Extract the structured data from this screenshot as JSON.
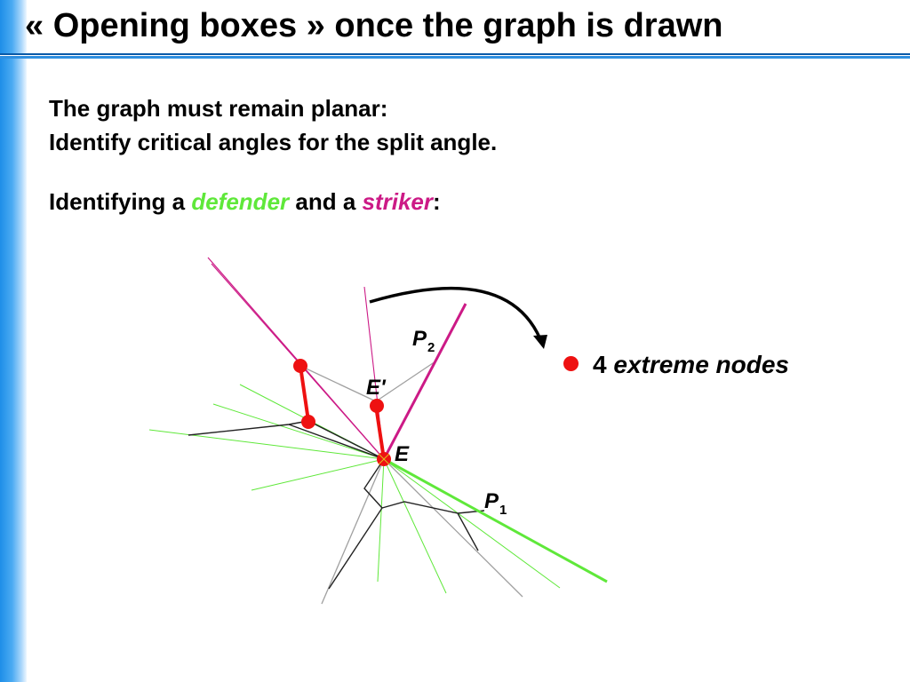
{
  "slide": {
    "title": "« Opening boxes » once the graph is drawn",
    "line1": "The graph must remain planar:",
    "line2": "Identify critical angles for the split angle.",
    "line3_prefix": "Identifying a ",
    "defender": "defender",
    "line3_mid": " and a ",
    "striker": "striker",
    "line3_suffix": ":"
  },
  "bullet": {
    "count": "4",
    "text": "extreme nodes"
  },
  "diagram": {
    "labels": {
      "p2": "P",
      "p2_sub": "2",
      "e_prime": "E'",
      "e": "E",
      "p1": "P",
      "p1_sub": "1"
    },
    "colors": {
      "defender": "#5fe83a",
      "striker": "#cc1a86",
      "extreme_node": "#ee1111",
      "graph_edge": "#222222",
      "box_edge": "#a0a0a0"
    }
  }
}
